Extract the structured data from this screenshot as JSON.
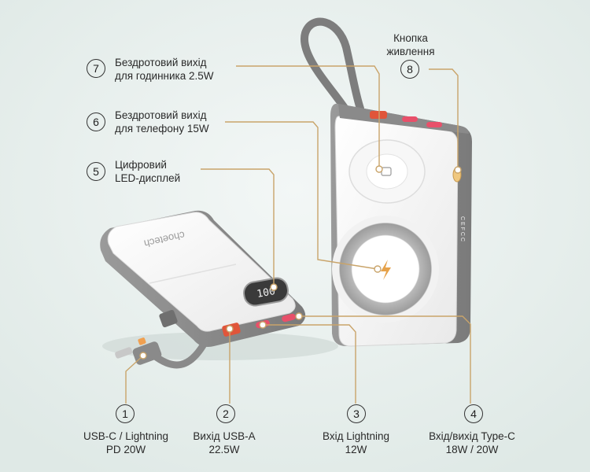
{
  "brand": "choetech",
  "display_value": "100",
  "callouts": [
    {
      "number": "1",
      "line1": "USB-C / Lightning",
      "line2": "PD 20W"
    },
    {
      "number": "2",
      "line1": "Вихід USB-A",
      "line2": "22.5W"
    },
    {
      "number": "3",
      "line1": "Вхід Lightning",
      "line2": "12W"
    },
    {
      "number": "4",
      "line1": "Вхід/вихід Type-C",
      "line2": "18W / 20W"
    },
    {
      "number": "5",
      "line1": "Цифровий",
      "line2": "LED-дисплей"
    },
    {
      "number": "6",
      "line1": "Бездротовий вихід",
      "line2": "для телефону 15W"
    },
    {
      "number": "7",
      "line1": "Бездротовий вихід",
      "line2": "для годинника 2.5W"
    },
    {
      "number": "8",
      "line1": "Кнопка",
      "line2": "живлення"
    }
  ],
  "colors": {
    "background": "#e8f0ee",
    "leader_line": "#c9a46a",
    "body_white": "#f4f4f4",
    "frame_grey": "#8c8c8c",
    "port_orange": "#e0553a",
    "port_pink": "#e8506a"
  }
}
